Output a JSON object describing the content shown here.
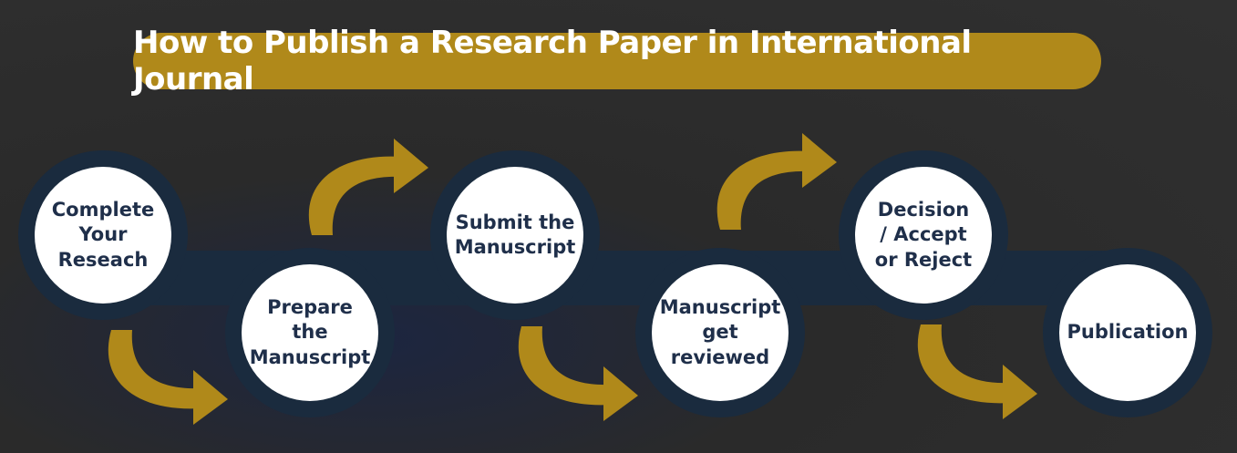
{
  "title": "How to Publish a Research Paper in International Journal",
  "colors": {
    "accent": "#b0891a",
    "ring": "#1a2b3e",
    "circle": "#ffffff",
    "text": "#1f2f4a"
  },
  "steps": [
    {
      "line1": "Complete",
      "line2": "Your Reseach",
      "line3": ""
    },
    {
      "line1": "Prepare the",
      "line2": "Manuscript",
      "line3": ""
    },
    {
      "line1": "Submit the",
      "line2": "Manuscript",
      "line3": ""
    },
    {
      "line1": "Manuscript",
      "line2": "get reviewed",
      "line3": ""
    },
    {
      "line1": "Decision",
      "line2": "/ Accept",
      "line3": "or Reject"
    },
    {
      "line1": "Publication",
      "line2": "",
      "line3": ""
    }
  ]
}
